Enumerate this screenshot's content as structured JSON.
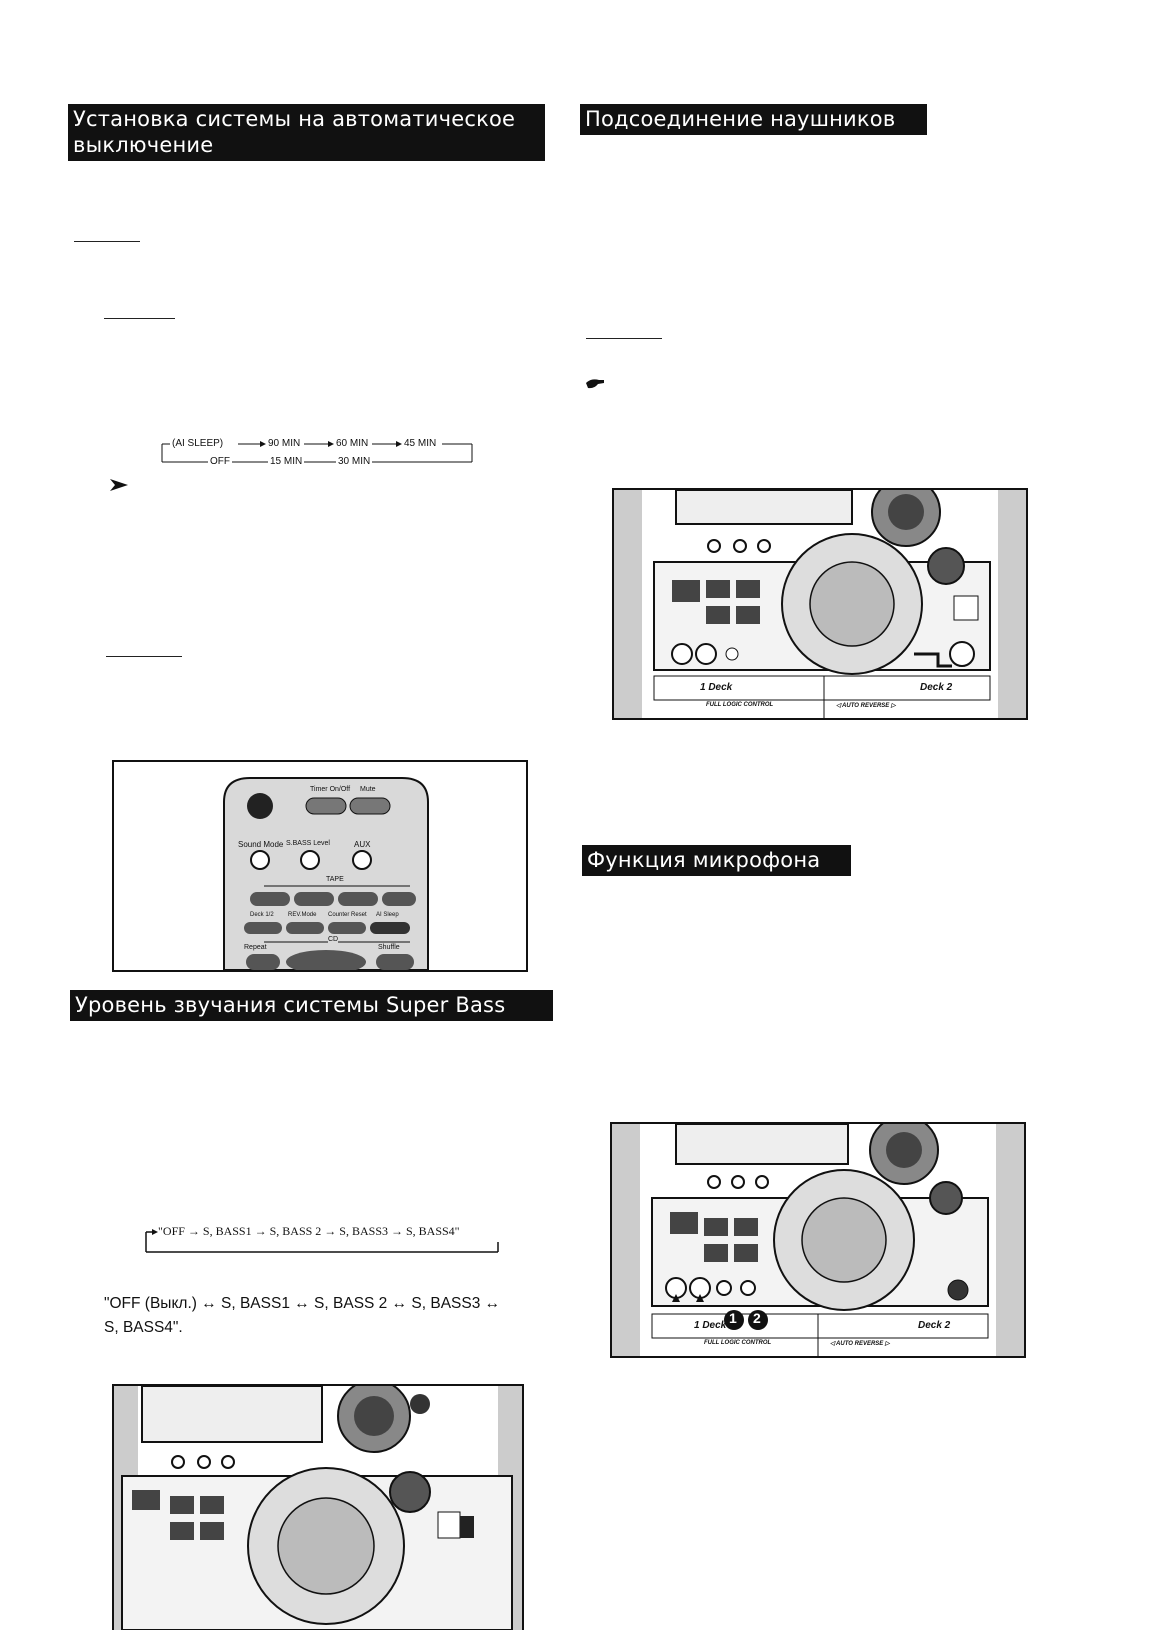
{
  "sections": {
    "sleep": {
      "title_line1": "Установка системы на автоматическое",
      "title_line2": "выключение"
    },
    "headphones": {
      "title": "Подсоединение наушников"
    },
    "microphone": {
      "title": "Функция микрофона"
    },
    "superbass": {
      "title": "Уровень звучания системы Super Bass"
    }
  },
  "sleep_flow": {
    "top": [
      "(AI SLEEP)",
      "90 MIN",
      "60 MIN",
      "45 MIN"
    ],
    "bottom": [
      "OFF",
      "15 MIN",
      "30 MIN"
    ]
  },
  "bass_flow": {
    "sequence": "\"OFF → S, BASS1 → S, BASS 2 → S, BASS3 → S, BASS4\"",
    "text_line1": "\"OFF (Выкл.) ↔ S, BASS1 ↔ S, BASS 2 ↔ S, BASS3 ↔",
    "text_line2": "S, BASS4\"."
  },
  "remote_labels": {
    "timer": "Timer On/Off",
    "mute": "Mute",
    "sound_mode": "Sound Mode",
    "sbass": "S.BASS Level",
    "aux": "AUX",
    "tape": "TAPE",
    "deck": "Deck 1/2",
    "rev": "REV.Mode",
    "counter": "Counter Reset",
    "aisleep": "AI Sleep",
    "cd": "CD",
    "repeat": "Repeat",
    "shuffle": "Shuffle"
  },
  "device_labels": {
    "deck1": "1 Deck",
    "deck2": "Deck 2",
    "full_logic": "FULL LOGIC CONTROL",
    "auto_reverse": "◁ AUTO REVERSE ▷"
  },
  "markers": {
    "one": "1",
    "two": "2"
  },
  "colors": {
    "ink": "#111111",
    "heading_bg": "#111111",
    "heading_fg": "#ffffff",
    "paper": "#ffffff"
  },
  "icons": {
    "note": "hand-pointer-icon",
    "tip": "arrow-tip-icon"
  }
}
